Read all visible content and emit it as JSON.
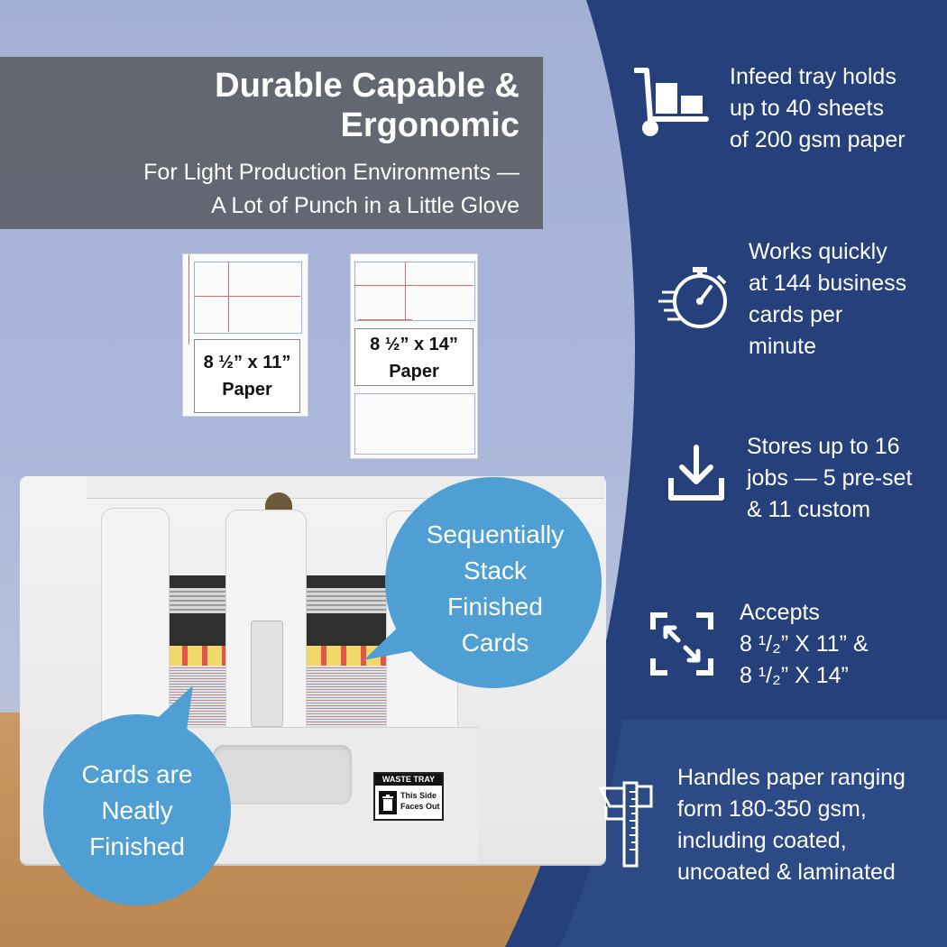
{
  "colors": {
    "navy": "#24407a",
    "navy_light": "#2d4a86",
    "bubble_blue": "#4f9fd4",
    "title_box": "#5a5c64"
  },
  "headline": {
    "title_line1": "Durable Capable &",
    "title_line2": "Ergonomic",
    "subtitle_line1": "For Light Production Environments —",
    "subtitle_line2": "A Lot of Punch in a Little Glove"
  },
  "paper_sheets": [
    {
      "label_line1": "8 ½” x 11”",
      "label_line2": "Paper"
    },
    {
      "label_line1": "8 ½” x 14”",
      "label_line2": "Paper"
    }
  ],
  "bubbles": {
    "sequential": [
      "Sequentially",
      "Stack",
      "Finished",
      "Cards"
    ],
    "neatly": [
      "Cards are",
      "Neatly",
      "Finished"
    ]
  },
  "waste_tray": {
    "title": "WASTE TRAY",
    "line1": "This Side",
    "line2": "Faces Out",
    "icon": "trash-can-icon"
  },
  "features": [
    {
      "icon": "hand-truck-icon",
      "lines": [
        "Infeed tray holds",
        "up to 40 sheets",
        "of 200 gsm paper"
      ]
    },
    {
      "icon": "stopwatch-icon",
      "lines": [
        "Works quickly",
        "at 144 business",
        "cards per",
        "minute"
      ]
    },
    {
      "icon": "download-tray-icon",
      "lines": [
        "Stores up to 16",
        "jobs — 5 pre-set",
        "& 11 custom"
      ]
    },
    {
      "icon": "expand-arrows-icon",
      "lines": [
        "Accepts",
        "8 ¹/₂” X 11” &",
        "8 ¹/₂” X 14”"
      ]
    },
    {
      "icon": "caliper-icon",
      "lines": [
        "Handles paper ranging",
        "form 180-350 gsm,",
        "including coated,",
        "uncoated & laminated"
      ]
    }
  ]
}
